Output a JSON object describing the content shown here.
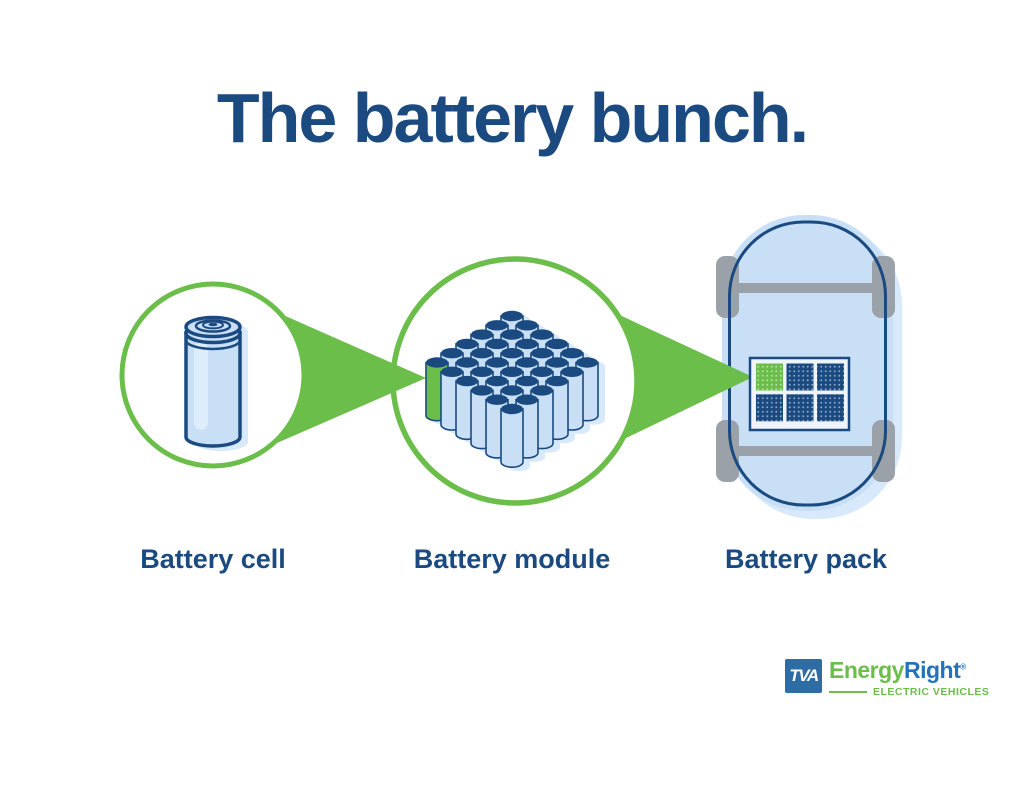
{
  "title": "The battery bunch.",
  "items": [
    {
      "label": "Battery cell"
    },
    {
      "label": "Battery module"
    },
    {
      "label": "Battery pack"
    }
  ],
  "module": {
    "rows": 6,
    "cols": 6,
    "highlight_cell": {
      "row": 5,
      "col": 0
    }
  },
  "pack": {
    "rows": 2,
    "cols": 3,
    "highlight_module": {
      "row": 0,
      "col": 0
    }
  },
  "logo": {
    "tva": "TVA",
    "brand_green": "Energy",
    "brand_blue_text": "Right",
    "registered": "®",
    "tagline": "ELECTRIC VEHICLES"
  },
  "colors": {
    "navy": "#1a4a80",
    "green": "#6bbe4a",
    "light_blue": "#c8dff5",
    "shadow_blue": "#d7e9fa",
    "highlight_blue": "#deedfb",
    "gray": "#9aa1a8",
    "pack_bg": "#eef4fa",
    "logo_blue": "#2e6da4",
    "brand_blue": "#2273b9"
  }
}
